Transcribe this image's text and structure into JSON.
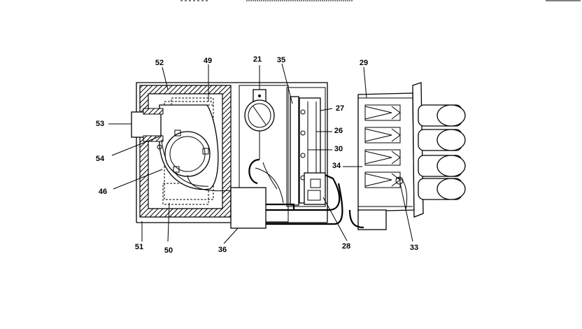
{
  "callouts": {
    "c21": "21",
    "c26": "26",
    "c27": "27",
    "c28": "28",
    "c29": "29",
    "c30": "30",
    "c33": "33",
    "c34": "34",
    "c35": "35",
    "c36": "36",
    "c46": "46",
    "c49": "49",
    "c50": "50",
    "c51": "51",
    "c52": "52",
    "c53": "53",
    "c54": "54"
  }
}
